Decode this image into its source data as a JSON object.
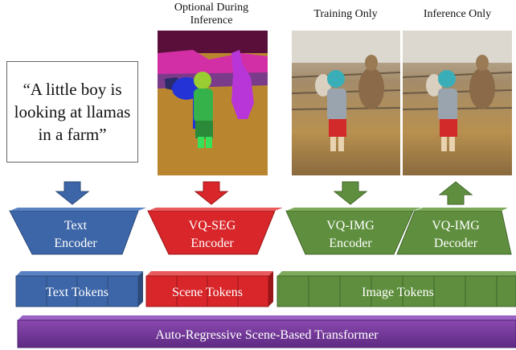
{
  "prompt_text": "“A little boy is\nlooking at llamas\nin a farm”",
  "image_labels": {
    "segmentation": "Optional During\nInference",
    "training": "Training Only",
    "inference": "Inference Only"
  },
  "encoders": {
    "text": {
      "line1": "Text",
      "line2": "Encoder"
    },
    "vq_seg": {
      "line1": "VQ-SEG",
      "line2": "Encoder"
    },
    "vq_img_encoder": {
      "line1": "VQ-IMG",
      "line2": "Encoder"
    },
    "vq_img_decoder": {
      "line1": "VQ-IMG",
      "line2": "Decoder"
    }
  },
  "tokens": {
    "text": "Text Tokens",
    "scene": "Scene Tokens",
    "image": "Image Tokens"
  },
  "transformer": "Auto-Regressive Scene-Based Transformer",
  "colors": {
    "text_blue": "#3d66a8",
    "seg_red": "#d8262a",
    "img_green": "#5f8f3e",
    "transformer_purple": "#7a3a9e",
    "seg_bg": "#b9862f",
    "seg_sky": "#5a0f3a"
  }
}
